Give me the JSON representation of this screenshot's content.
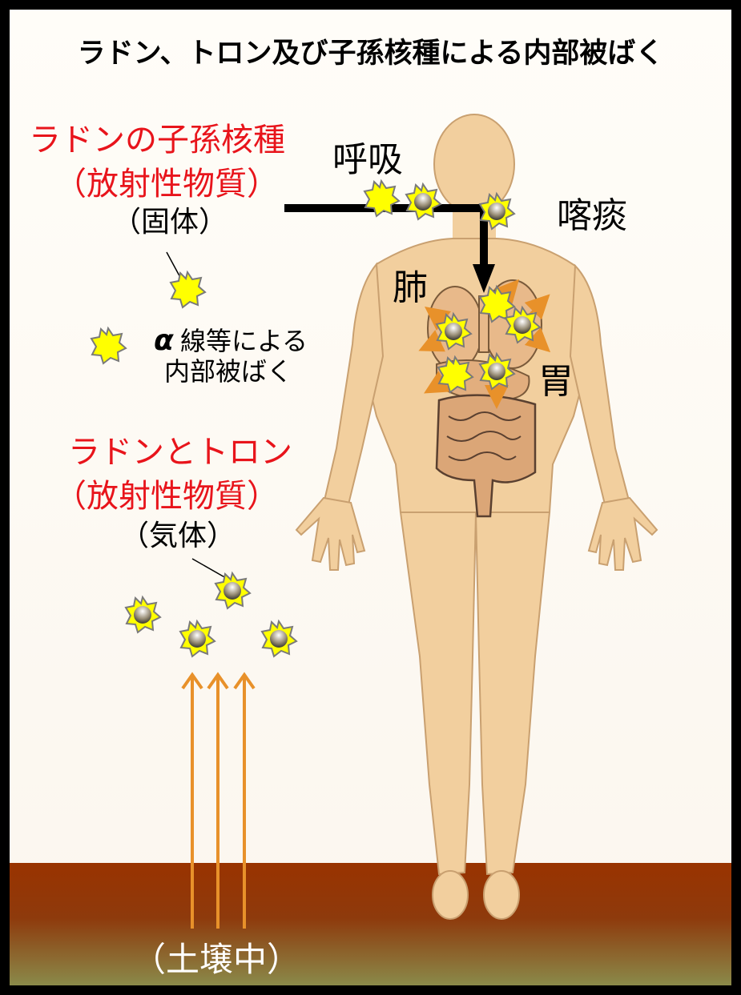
{
  "title": "ラドン、トロン及び子孫核種による内部被ばく",
  "labels": {
    "progeny_line1": "ラドンの子孫核種",
    "progeny_line2": "（放射性物質）",
    "progeny_state": "（固体）",
    "alpha_symbol": "α",
    "alpha_line1": "線等による",
    "alpha_line2": "内部被ばく",
    "radon_line1": "ラドンとトロン",
    "radon_line2": "（放射性物質）",
    "radon_state": "（気体）",
    "breathing": "呼吸",
    "sputum": "喀痰",
    "lung": "肺",
    "stomach": "胃",
    "soil": "（土壌中）"
  },
  "colors": {
    "red_text": "#e8141b",
    "soil_top": "#993300",
    "soil_bottom": "#8a8a4a",
    "skin": "#f2cf9e",
    "star_fill": "#ffff00",
    "arrow_orange": "#e8912a"
  }
}
